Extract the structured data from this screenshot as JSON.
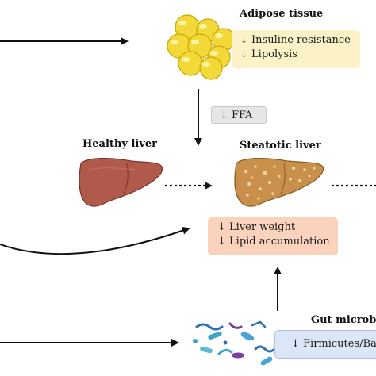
{
  "adipose": {
    "title": "Adipose tissue",
    "effects": [
      "↓ Insuline resistance",
      "↓ Lipolysis"
    ],
    "color": "#fbf2c8"
  },
  "ffa": {
    "label": "↓ FFA",
    "color": "#e6e6e6"
  },
  "healthy_liver": {
    "title": "Healthy liver",
    "color": "#b05a4c"
  },
  "steatotic_liver": {
    "title": "Steatotic liver",
    "color": "#c8904a"
  },
  "liver_box": {
    "effects": [
      "↓ Liver weight",
      "↓ Lipid accumulation"
    ],
    "color": "#fbd3bd"
  },
  "gut": {
    "title": "Gut microb",
    "effects": [
      "↓ Firmicutes/Ba"
    ],
    "color": "#dbe7f7"
  }
}
